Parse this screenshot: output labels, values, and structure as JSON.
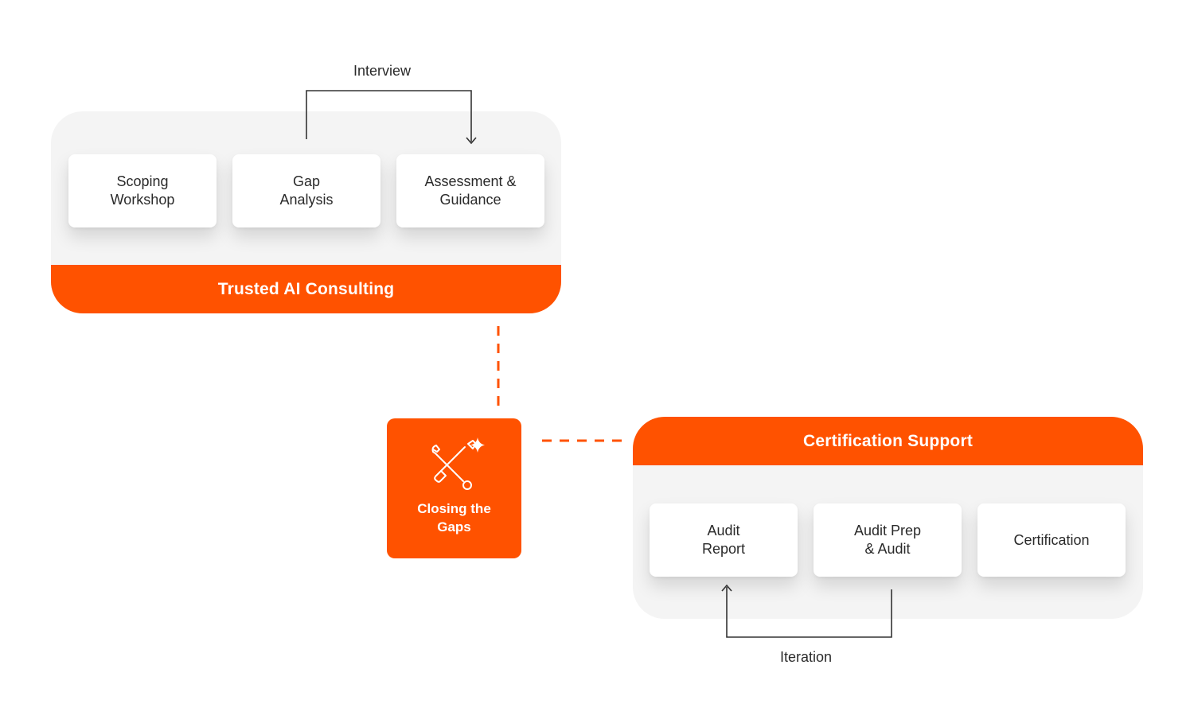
{
  "colors": {
    "accent": "#ff5200",
    "panel": "#f4f4f4",
    "line": "#333333"
  },
  "consulting": {
    "title": "Trusted AI Consulting",
    "cards": [
      "Scoping\nWorkshop",
      "Gap\nAnalysis",
      "Assessment &\nGuidance"
    ],
    "loop_label": "Interview"
  },
  "center": {
    "title": "Closing the\nGaps",
    "icon": "tools-sparkle-icon"
  },
  "certification": {
    "title": "Certification Support",
    "cards": [
      "Audit\nReport",
      "Audit Prep\n& Audit",
      "Certification"
    ],
    "loop_label": "Iteration"
  }
}
